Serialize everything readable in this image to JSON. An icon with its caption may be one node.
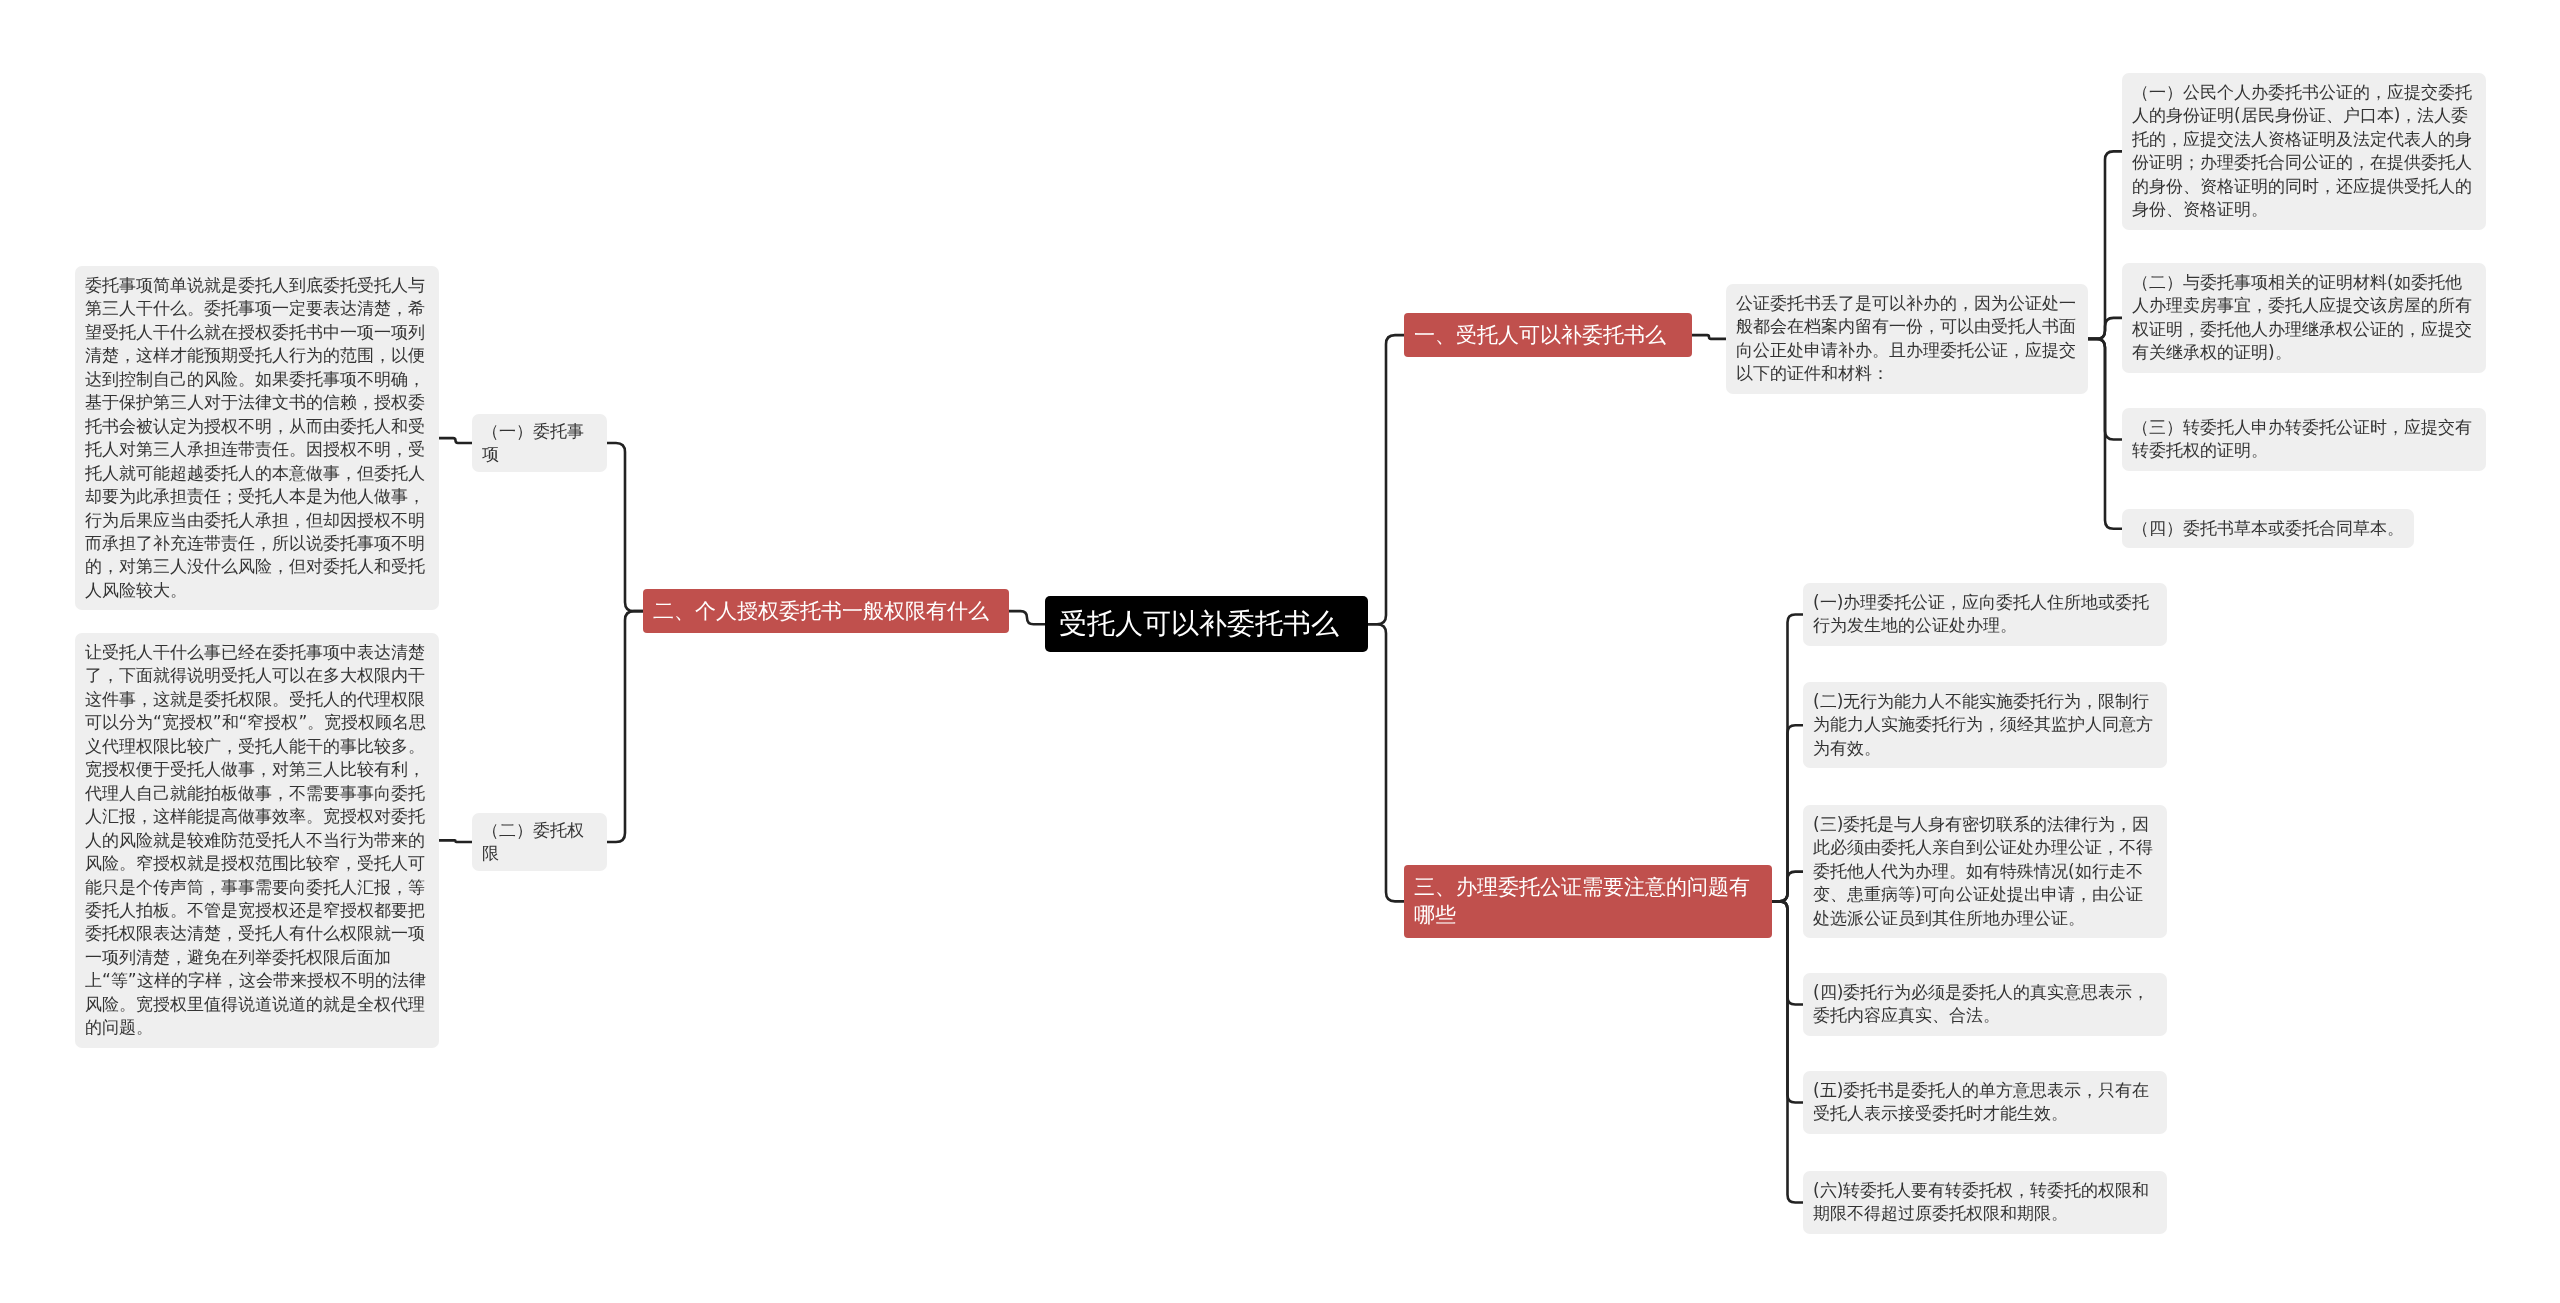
{
  "diagram": {
    "nodes": [
      {
        "text": [
          "受托人可以补委托书么"
        ]
      },
      {
        "text": [
          "一、受托人可以补委托书么"
        ]
      },
      {
        "text": [
          "公证委托书丢了是可以补办的，因为公证处一般都会在档案内留有一份，可以由受托人书面向公正处申请补办。且办理委托公证，应提交以下的证件和材料："
        ]
      },
      {
        "text": [
          "（一）公民个人办委托书公证的，应提交委托人的身份证明(居民身份证、户口本)，法人委托的，应提交法人资格证明及法定代表人的身份证明；办理委托合同公证的，在提供委托人的身份、资格证明的同时，还应提供受托人的身份、资格证明。"
        ]
      },
      {
        "text": [
          "（二）与委托事项相关的证明材料(如委托他人办理卖房事宜，委托人应提交该房屋的所有权证明，委托他人办理继承权公证的，应提交有关继承权的证明)。"
        ]
      },
      {
        "text": [
          "（三）转委托人申办转委托公证时，应提交有转委托权的证明。"
        ]
      },
      {
        "text": [
          "（四）委托书草本或委托合同草本。"
        ]
      },
      {
        "text": [
          "二、个人授权委托书一般权限有什么"
        ]
      },
      {
        "text": [
          "（一）委托事项"
        ]
      },
      {
        "text": [
          "委托事项简单说就是委托人到底委托受托人与第三人干什么。委托事项一定要表达清楚，希望受托人干什么就在授权委托书中一项一项列清楚，这样才能预期受托人行为的范围，以便达到控制自己的风险。如果委托事项不明确，基于保护第三人对于法律文书的信赖，授权委托书会被认定为授权不明，从而由委托人和受托人对第三人承担连带责任。因授权不明，受托人就可能超越委托人的本意做事，但委托人却要为此承担责任；受托人本是为他人做事，行为后果应当由委托人承担，但却因授权不明而承担了补充连带责任，所以说委托事项不明的，对第三人没什么风险，但对委托人和受托人风险较大。"
        ]
      },
      {
        "text": [
          "（二）委托权限"
        ]
      },
      {
        "text": [
          "让受托人干什么事已经在委托事项中表达清楚了，下面就得说明受托人可以在多大权限内干这件事，这就是委托权限。受托人的代理权限可以分为“宽授权”和“窄授权”。宽授权顾名思义代理权限比较广，受托人能干的事比较多。宽授权便于受托人做事，对第三人比较有利，代理人自己就能拍板做事，不需要事事向委托人汇报，这样能提高做事效率。宽授权对委托人的风险就是较难防范受托人不当行为带来的风险。窄授权就是授权范围比较窄，受托人可能只是个传声筒，事事需要向委托人汇报，等委托人拍板。不管是宽授权还是窄授权都要把委托权限表达清楚，受托人有什么权限就一项一项列清楚，避免在列举委托权限后面加上“等”这样的字样，这会带来授权不明的法律风险。宽授权里值得说道说道的就是全权代理的问题。"
        ]
      },
      {
        "text": [
          "三、办理委托公证需要注意的问题有哪些"
        ]
      },
      {
        "text": [
          "(一)办理委托公证，应向委托人住所地或委托行为发生地的公证处办理。"
        ]
      },
      {
        "text": [
          "(二)无行为能力人不能实施委托行为，限制行为能力人实施委托行为，须经其监护人同意方为有效。"
        ]
      },
      {
        "text": [
          "(三)委托是与人身有密切联系的法律行为，因此必须由委托人亲自到公证处办理公证，不得委托他人代为办理。如有特殊情况(如行走不变、患重病等)可向公证处提出申请，由公证处选派公证员到其住所地办理公证。"
        ]
      },
      {
        "text": [
          "(四)委托行为必须是委托人的真实意思表示，委托内容应真实、合法。"
        ]
      },
      {
        "text": [
          "(五)委托书是委托人的单方意思表示，只有在受托人表示接受委托时才能生效。"
        ]
      },
      {
        "text": [
          "(六)转委托人要有转委托权，转委托的权限和期限不得超过原委托权限和期限。"
        ]
      }
    ],
    "edges": [
      {
        "from": 0,
        "to": 1,
        "arrow": "none"
      },
      {
        "from": 1,
        "to": 2,
        "arrow": "none"
      },
      {
        "from": 2,
        "to": 3,
        "arrow": "none"
      },
      {
        "from": 2,
        "to": 4,
        "arrow": "none"
      },
      {
        "from": 2,
        "to": 5,
        "arrow": "none"
      },
      {
        "from": 2,
        "to": 6,
        "arrow": "none"
      },
      {
        "from": 0,
        "to": 7,
        "arrow": "none"
      },
      {
        "from": 7,
        "to": 8,
        "arrow": "none"
      },
      {
        "from": 8,
        "to": 9,
        "arrow": "none"
      },
      {
        "from": 7,
        "to": 10,
        "arrow": "none"
      },
      {
        "from": 10,
        "to": 11,
        "arrow": "none"
      },
      {
        "from": 0,
        "to": 12,
        "arrow": "none"
      },
      {
        "from": 12,
        "to": 13,
        "arrow": "none"
      },
      {
        "from": 12,
        "to": 14,
        "arrow": "none"
      },
      {
        "from": 12,
        "to": 15,
        "arrow": "none"
      },
      {
        "from": 12,
        "to": 16,
        "arrow": "none"
      },
      {
        "from": 12,
        "to": 17,
        "arrow": "none"
      },
      {
        "from": 12,
        "to": 18,
        "arrow": "none"
      }
    ]
  }
}
